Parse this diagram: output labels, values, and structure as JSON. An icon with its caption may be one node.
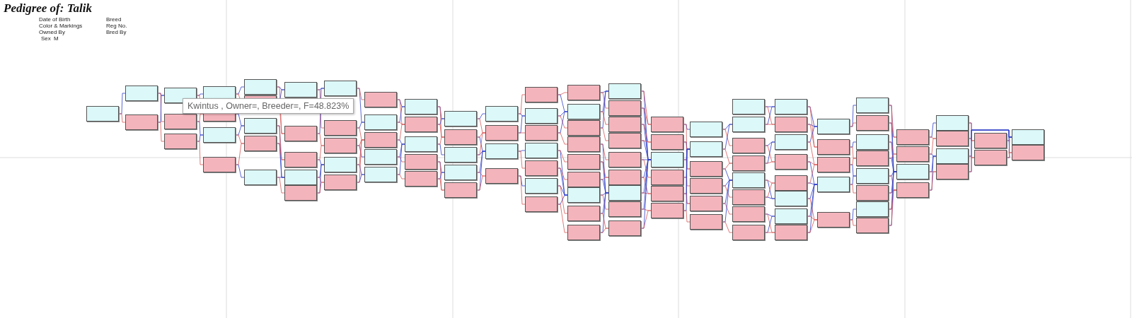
{
  "diagram": {
    "title": "Pedigree of: Talik",
    "nodes": [
      {
        "text": [],
        "shape": "box"
      },
      {
        "text": [],
        "shape": "box"
      },
      {
        "text": [],
        "shape": "box"
      },
      {
        "text": [],
        "shape": "box"
      },
      {
        "text": [],
        "shape": "box"
      },
      {
        "text": [],
        "shape": "box"
      },
      {
        "text": [],
        "shape": "box"
      },
      {
        "text": [],
        "shape": "box"
      },
      {
        "text": [],
        "shape": "box"
      },
      {
        "text": [],
        "shape": "box"
      },
      {
        "text": [],
        "shape": "box"
      },
      {
        "text": [],
        "shape": "box"
      },
      {
        "text": [],
        "shape": "box"
      },
      {
        "text": [],
        "shape": "box"
      },
      {
        "text": [],
        "shape": "box"
      },
      {
        "text": [],
        "shape": "box"
      },
      {
        "text": [],
        "shape": "box"
      },
      {
        "text": [],
        "shape": "box"
      },
      {
        "text": [],
        "shape": "box"
      },
      {
        "text": [],
        "shape": "box"
      },
      {
        "text": [],
        "shape": "box"
      },
      {
        "text": [],
        "shape": "box"
      },
      {
        "text": [],
        "shape": "box"
      },
      {
        "text": [],
        "shape": "box"
      },
      {
        "text": [],
        "shape": "box"
      },
      {
        "text": [],
        "shape": "box"
      },
      {
        "text": [],
        "shape": "box"
      },
      {
        "text": [],
        "shape": "box"
      },
      {
        "text": [],
        "shape": "box"
      },
      {
        "text": [],
        "shape": "box"
      },
      {
        "text": [],
        "shape": "box"
      },
      {
        "text": [],
        "shape": "box"
      },
      {
        "text": [],
        "shape": "box"
      },
      {
        "text": [],
        "shape": "box"
      },
      {
        "text": [],
        "shape": "box"
      },
      {
        "text": [],
        "shape": "box"
      },
      {
        "text": [],
        "shape": "box"
      },
      {
        "text": [],
        "shape": "box"
      },
      {
        "text": [],
        "shape": "box"
      },
      {
        "text": [],
        "shape": "box"
      },
      {
        "text": [],
        "shape": "box"
      },
      {
        "text": [],
        "shape": "box"
      },
      {
        "text": [],
        "shape": "box"
      },
      {
        "text": [],
        "shape": "box"
      },
      {
        "text": [],
        "shape": "box"
      },
      {
        "text": [],
        "shape": "box"
      },
      {
        "text": [],
        "shape": "box"
      },
      {
        "text": [],
        "shape": "box"
      },
      {
        "text": [],
        "shape": "box"
      },
      {
        "text": [],
        "shape": "box"
      },
      {
        "text": [],
        "shape": "box"
      },
      {
        "text": [],
        "shape": "box"
      },
      {
        "text": [],
        "shape": "box"
      },
      {
        "text": [],
        "shape": "box"
      },
      {
        "text": [],
        "shape": "box"
      },
      {
        "text": [],
        "shape": "box"
      },
      {
        "text": [],
        "shape": "box"
      },
      {
        "text": [],
        "shape": "box"
      },
      {
        "text": [],
        "shape": "box"
      },
      {
        "text": [],
        "shape": "box"
      },
      {
        "text": [],
        "shape": "box"
      },
      {
        "text": [],
        "shape": "box"
      },
      {
        "text": [],
        "shape": "box"
      },
      {
        "text": [],
        "shape": "box"
      },
      {
        "text": [],
        "shape": "box"
      },
      {
        "text": [],
        "shape": "box"
      },
      {
        "text": [],
        "shape": "box"
      },
      {
        "text": [],
        "shape": "box"
      },
      {
        "text": [],
        "shape": "box"
      },
      {
        "text": [],
        "shape": "box"
      },
      {
        "text": [],
        "shape": "box"
      },
      {
        "text": [],
        "shape": "box"
      },
      {
        "text": [],
        "shape": "box"
      },
      {
        "text": [],
        "shape": "box"
      },
      {
        "text": [],
        "shape": "box"
      },
      {
        "text": [],
        "shape": "box"
      },
      {
        "text": [],
        "shape": "box"
      },
      {
        "text": [],
        "shape": "box"
      },
      {
        "text": [],
        "shape": "box"
      },
      {
        "text": [],
        "shape": "box"
      },
      {
        "text": [],
        "shape": "box"
      },
      {
        "text": [],
        "shape": "box"
      },
      {
        "text": [],
        "shape": "box"
      },
      {
        "text": [],
        "shape": "box"
      },
      {
        "text": [],
        "shape": "box"
      },
      {
        "text": [],
        "shape": "box"
      },
      {
        "text": [],
        "shape": "box"
      },
      {
        "text": [],
        "shape": "box"
      },
      {
        "text": [],
        "shape": "box"
      },
      {
        "text": [],
        "shape": "box"
      },
      {
        "text": [],
        "shape": "box"
      },
      {
        "text": [],
        "shape": "box"
      },
      {
        "text": [],
        "shape": "box"
      },
      {
        "text": [],
        "shape": "box"
      },
      {
        "text": [],
        "shape": "box"
      },
      {
        "text": [],
        "shape": "box"
      },
      {
        "text": [],
        "shape": "box"
      },
      {
        "text": [],
        "shape": "box"
      },
      {
        "text": [],
        "shape": "box"
      },
      {
        "text": [],
        "shape": "box"
      },
      {
        "text": [],
        "shape": "box"
      },
      {
        "text": [],
        "shape": "box"
      },
      {
        "text": [],
        "shape": "box"
      },
      {
        "text": [],
        "shape": "box"
      },
      {
        "text": [],
        "shape": "box"
      },
      {
        "text": [],
        "shape": "box"
      },
      {
        "text": [],
        "shape": "box"
      },
      {
        "text": [],
        "shape": "box"
      },
      {
        "text": [],
        "shape": "box"
      },
      {
        "text": [],
        "shape": "box"
      },
      {
        "text": [],
        "shape": "box"
      },
      {
        "text": [],
        "shape": "box"
      },
      {
        "text": [],
        "shape": "box"
      },
      {
        "text": [],
        "shape": "box"
      },
      {
        "text": [],
        "shape": "box"
      },
      {
        "text": [],
        "shape": "box"
      },
      {
        "text": [],
        "shape": "box"
      },
      {
        "text": [],
        "shape": "box"
      },
      {
        "text": [],
        "shape": "box"
      },
      {
        "text": [],
        "shape": "box"
      },
      {
        "text": [],
        "shape": "box"
      },
      {
        "text": [],
        "shape": "box"
      }
    ],
    "edges": [
      {
        "from": 0,
        "to": 1,
        "arrow": "none",
        "color": "#3040c8"
      },
      {
        "from": 0,
        "to": 2,
        "arrow": "none",
        "color": "#d85858"
      },
      {
        "from": 1,
        "to": 3,
        "arrow": "none",
        "color": "#3040c8"
      },
      {
        "from": 1,
        "to": 4,
        "arrow": "none",
        "color": "#d85858"
      },
      {
        "from": 2,
        "to": 3,
        "arrow": "none",
        "color": "#3040c8"
      },
      {
        "from": 2,
        "to": 5,
        "arrow": "none",
        "color": "#d85858"
      },
      {
        "from": 3,
        "to": 6,
        "arrow": "none",
        "color": "#3040c8"
      },
      {
        "from": 3,
        "to": 7,
        "arrow": "none",
        "color": "#d85858"
      },
      {
        "from": 4,
        "to": 8,
        "arrow": "none",
        "color": "#3040c8"
      },
      {
        "from": 4,
        "to": 7,
        "arrow": "none",
        "color": "#d85858"
      },
      {
        "from": 5,
        "to": 8,
        "arrow": "none",
        "color": "#3040c8"
      },
      {
        "from": 5,
        "to": 9,
        "arrow": "none",
        "color": "#d85858"
      },
      {
        "from": 6,
        "to": 10,
        "arrow": "none",
        "color": "#3040c8"
      },
      {
        "from": 6,
        "to": 11,
        "arrow": "none",
        "color": "#d85858"
      },
      {
        "from": 7,
        "to": 12,
        "arrow": "none",
        "color": "#3040c8"
      },
      {
        "from": 7,
        "to": 11,
        "arrow": "none",
        "color": "#d85858"
      },
      {
        "from": 8,
        "to": 12,
        "arrow": "none",
        "color": "#3040c8"
      },
      {
        "from": 8,
        "to": 13,
        "arrow": "none",
        "color": "#d85858"
      },
      {
        "from": 9,
        "to": 14,
        "arrow": "none",
        "color": "#3040c8"
      },
      {
        "from": 9,
        "to": 13,
        "arrow": "none",
        "color": "#d85858"
      },
      {
        "from": 10,
        "to": 15,
        "arrow": "none",
        "color": "#3040c8"
      },
      {
        "from": 10,
        "to": 16,
        "arrow": "none",
        "color": "#d85858"
      },
      {
        "from": 11,
        "to": 15,
        "arrow": "none",
        "color": "#3040c8"
      },
      {
        "from": 11,
        "to": 16,
        "arrow": "none",
        "color": "#d85858"
      },
      {
        "from": 12,
        "to": 18,
        "arrow": "none",
        "color": "#3040c8"
      },
      {
        "from": 12,
        "to": 17,
        "arrow": "none",
        "color": "#d85858"
      },
      {
        "from": 13,
        "to": 18,
        "arrow": "none",
        "color": "#3040c8"
      },
      {
        "from": 13,
        "to": 17,
        "arrow": "none",
        "color": "#d85858"
      },
      {
        "from": 14,
        "to": 18,
        "arrow": "none",
        "color": "#3040c8"
      },
      {
        "from": 14,
        "to": 19,
        "arrow": "none",
        "color": "#d85858"
      },
      {
        "from": 15,
        "to": 20,
        "arrow": "none",
        "color": "#3040c8"
      },
      {
        "from": 15,
        "to": 21,
        "arrow": "none",
        "color": "#d85858"
      },
      {
        "from": 16,
        "to": 20,
        "arrow": "none",
        "color": "#3040c8"
      },
      {
        "from": 16,
        "to": 22,
        "arrow": "none",
        "color": "#d85858"
      },
      {
        "from": 17,
        "to": 23,
        "arrow": "none",
        "color": "#3040c8"
      },
      {
        "from": 17,
        "to": 22,
        "arrow": "none",
        "color": "#d85858"
      },
      {
        "from": 18,
        "to": 23,
        "arrow": "none",
        "color": "#3040c8"
      },
      {
        "from": 18,
        "to": 24,
        "arrow": "none",
        "color": "#d85858"
      },
      {
        "from": 19,
        "to": 23,
        "arrow": "none",
        "color": "#3040c8"
      },
      {
        "from": 19,
        "to": 24,
        "arrow": "none",
        "color": "#d85858"
      },
      {
        "from": 20,
        "to": 26,
        "arrow": "none",
        "color": "#3040c8"
      },
      {
        "from": 20,
        "to": 25,
        "arrow": "none",
        "color": "#d85858"
      },
      {
        "from": 21,
        "to": 26,
        "arrow": "none",
        "color": "#3040c8"
      },
      {
        "from": 21,
        "to": 27,
        "arrow": "none",
        "color": "#d85858"
      },
      {
        "from": 22,
        "to": 28,
        "arrow": "none",
        "color": "#3040c8"
      },
      {
        "from": 22,
        "to": 27,
        "arrow": "none",
        "color": "#d85858"
      },
      {
        "from": 23,
        "to": 29,
        "arrow": "none",
        "color": "#3040c8"
      },
      {
        "from": 23,
        "to": 27,
        "arrow": "none",
        "color": "#d85858"
      },
      {
        "from": 24,
        "to": 29,
        "arrow": "none",
        "color": "#3040c8"
      },
      {
        "from": 24,
        "to": 27,
        "arrow": "none",
        "color": "#d85858"
      },
      {
        "from": 25,
        "to": 30,
        "arrow": "none",
        "color": "#3040c8"
      },
      {
        "from": 25,
        "to": 31,
        "arrow": "none",
        "color": "#d85858"
      },
      {
        "from": 26,
        "to": 30,
        "arrow": "none",
        "color": "#3040c8"
      },
      {
        "from": 26,
        "to": 31,
        "arrow": "none",
        "color": "#d85858"
      },
      {
        "from": 27,
        "to": 32,
        "arrow": "none",
        "color": "#3040c8"
      },
      {
        "from": 27,
        "to": 31,
        "arrow": "none",
        "color": "#d85858"
      },
      {
        "from": 28,
        "to": 32,
        "arrow": "none",
        "color": "#3040c8"
      },
      {
        "from": 28,
        "to": 33,
        "arrow": "none",
        "color": "#d85858"
      },
      {
        "from": 29,
        "to": 32,
        "arrow": "none",
        "color": "#3040c8"
      },
      {
        "from": 29,
        "to": 34,
        "arrow": "none",
        "color": "#d85858"
      },
      {
        "from": 30,
        "to": 35,
        "arrow": "none",
        "color": "#3040c8"
      },
      {
        "from": 30,
        "to": 36,
        "arrow": "none",
        "color": "#d85858"
      },
      {
        "from": 31,
        "to": 35,
        "arrow": "none",
        "color": "#3040c8"
      },
      {
        "from": 31,
        "to": 36,
        "arrow": "none",
        "color": "#d85858"
      },
      {
        "from": 32,
        "to": 37,
        "arrow": "none",
        "color": "#3040c8"
      },
      {
        "from": 32,
        "to": 36,
        "arrow": "none",
        "color": "#d85858"
      },
      {
        "from": 33,
        "to": 38,
        "arrow": "none",
        "color": "#3040c8"
      },
      {
        "from": 33,
        "to": 39,
        "arrow": "none",
        "color": "#d85858"
      },
      {
        "from": 34,
        "to": 38,
        "arrow": "none",
        "color": "#3040c8"
      },
      {
        "from": 34,
        "to": 39,
        "arrow": "none",
        "color": "#d85858"
      },
      {
        "from": 35,
        "to": 40,
        "arrow": "none",
        "color": "#3040c8"
      },
      {
        "from": 35,
        "to": 41,
        "arrow": "none",
        "color": "#d85858"
      },
      {
        "from": 36,
        "to": 42,
        "arrow": "none",
        "color": "#3040c8"
      },
      {
        "from": 36,
        "to": 41,
        "arrow": "none",
        "color": "#d85858"
      },
      {
        "from": 37,
        "to": 42,
        "arrow": "none",
        "color": "#3040c8"
      },
      {
        "from": 37,
        "to": 41,
        "arrow": "none",
        "color": "#d85858"
      },
      {
        "from": 38,
        "to": 42,
        "arrow": "none",
        "color": "#3040c8"
      },
      {
        "from": 38,
        "to": 43,
        "arrow": "none",
        "color": "#d85858"
      },
      {
        "from": 39,
        "to": 42,
        "arrow": "none",
        "color": "#3040c8"
      },
      {
        "from": 39,
        "to": 43,
        "arrow": "none",
        "color": "#d85858"
      },
      {
        "from": 40,
        "to": 45,
        "arrow": "none",
        "color": "#3040c8"
      },
      {
        "from": 40,
        "to": 44,
        "arrow": "none",
        "color": "#d85858"
      },
      {
        "from": 41,
        "to": 45,
        "arrow": "none",
        "color": "#3040c8"
      },
      {
        "from": 41,
        "to": 46,
        "arrow": "none",
        "color": "#d85858"
      },
      {
        "from": 42,
        "to": 47,
        "arrow": "none",
        "color": "#3040c8"
      },
      {
        "from": 42,
        "to": 48,
        "arrow": "none",
        "color": "#d85858"
      },
      {
        "from": 43,
        "to": 49,
        "arrow": "none",
        "color": "#3040c8"
      },
      {
        "from": 43,
        "to": 50,
        "arrow": "none",
        "color": "#d85858"
      },
      {
        "from": 44,
        "to": 52,
        "arrow": "none",
        "color": "#3040c8"
      },
      {
        "from": 44,
        "to": 51,
        "arrow": "none",
        "color": "#d85858"
      },
      {
        "from": 45,
        "to": 52,
        "arrow": "none",
        "color": "#3040c8"
      },
      {
        "from": 45,
        "to": 53,
        "arrow": "none",
        "color": "#d85858"
      },
      {
        "from": 46,
        "to": 52,
        "arrow": "none",
        "color": "#3040c8"
      },
      {
        "from": 46,
        "to": 54,
        "arrow": "none",
        "color": "#d85858"
      },
      {
        "from": 47,
        "to": 57,
        "arrow": "none",
        "color": "#3040c8"
      },
      {
        "from": 47,
        "to": 55,
        "arrow": "none",
        "color": "#d85858"
      },
      {
        "from": 48,
        "to": 57,
        "arrow": "none",
        "color": "#3040c8"
      },
      {
        "from": 48,
        "to": 56,
        "arrow": "none",
        "color": "#d85858"
      },
      {
        "from": 49,
        "to": 57,
        "arrow": "none",
        "color": "#3040c8"
      },
      {
        "from": 49,
        "to": 58,
        "arrow": "none",
        "color": "#d85858"
      },
      {
        "from": 50,
        "to": 57,
        "arrow": "none",
        "color": "#3040c8"
      },
      {
        "from": 50,
        "to": 59,
        "arrow": "none",
        "color": "#d85858"
      },
      {
        "from": 51,
        "to": 60,
        "arrow": "none",
        "color": "#3040c8"
      },
      {
        "from": 51,
        "to": 61,
        "arrow": "none",
        "color": "#d85858"
      },
      {
        "from": 52,
        "to": 60,
        "arrow": "none",
        "color": "#3040c8"
      },
      {
        "from": 52,
        "to": 62,
        "arrow": "none",
        "color": "#d85858"
      },
      {
        "from": 53,
        "to": 60,
        "arrow": "none",
        "color": "#3040c8"
      },
      {
        "from": 53,
        "to": 63,
        "arrow": "none",
        "color": "#d85858"
      },
      {
        "from": 54,
        "to": 66,
        "arrow": "none",
        "color": "#3040c8"
      },
      {
        "from": 54,
        "to": 64,
        "arrow": "none",
        "color": "#d85858"
      },
      {
        "from": 55,
        "to": 66,
        "arrow": "none",
        "color": "#3040c8"
      },
      {
        "from": 55,
        "to": 65,
        "arrow": "none",
        "color": "#d85858"
      },
      {
        "from": 56,
        "to": 66,
        "arrow": "none",
        "color": "#3040c8"
      },
      {
        "from": 56,
        "to": 65,
        "arrow": "none",
        "color": "#d85858"
      },
      {
        "from": 57,
        "to": 66,
        "arrow": "none",
        "color": "#3040c8"
      },
      {
        "from": 57,
        "to": 67,
        "arrow": "none",
        "color": "#d85858"
      },
      {
        "from": 58,
        "to": 66,
        "arrow": "none",
        "color": "#3040c8"
      },
      {
        "from": 58,
        "to": 68,
        "arrow": "none",
        "color": "#d85858"
      },
      {
        "from": 59,
        "to": 66,
        "arrow": "none",
        "color": "#3040c8"
      },
      {
        "from": 59,
        "to": 68,
        "arrow": "none",
        "color": "#d85858"
      },
      {
        "from": 60,
        "to": 71,
        "arrow": "none",
        "color": "#3040c8"
      },
      {
        "from": 60,
        "to": 69,
        "arrow": "none",
        "color": "#d85858"
      },
      {
        "from": 61,
        "to": 71,
        "arrow": "none",
        "color": "#3040c8"
      },
      {
        "from": 61,
        "to": 69,
        "arrow": "none",
        "color": "#d85858"
      },
      {
        "from": 62,
        "to": 71,
        "arrow": "none",
        "color": "#3040c8"
      },
      {
        "from": 62,
        "to": 70,
        "arrow": "none",
        "color": "#d85858"
      },
      {
        "from": 63,
        "to": 71,
        "arrow": "none",
        "color": "#3040c8"
      },
      {
        "from": 63,
        "to": 70,
        "arrow": "none",
        "color": "#d85858"
      },
      {
        "from": 64,
        "to": 71,
        "arrow": "none",
        "color": "#3040c8"
      },
      {
        "from": 64,
        "to": 72,
        "arrow": "none",
        "color": "#d85858"
      },
      {
        "from": 65,
        "to": 71,
        "arrow": "none",
        "color": "#3040c8"
      },
      {
        "from": 65,
        "to": 73,
        "arrow": "none",
        "color": "#d85858"
      },
      {
        "from": 66,
        "to": 71,
        "arrow": "none",
        "color": "#3040c8"
      },
      {
        "from": 66,
        "to": 73,
        "arrow": "none",
        "color": "#d85858"
      },
      {
        "from": 67,
        "to": 71,
        "arrow": "none",
        "color": "#3040c8"
      },
      {
        "from": 67,
        "to": 74,
        "arrow": "none",
        "color": "#d85858"
      },
      {
        "from": 68,
        "to": 71,
        "arrow": "none",
        "color": "#3040c8"
      },
      {
        "from": 68,
        "to": 74,
        "arrow": "none",
        "color": "#d85858"
      },
      {
        "from": 69,
        "to": 75,
        "arrow": "none",
        "color": "#3040c8"
      },
      {
        "from": 69,
        "to": 77,
        "arrow": "none",
        "color": "#d85858"
      },
      {
        "from": 70,
        "to": 76,
        "arrow": "none",
        "color": "#3040c8"
      },
      {
        "from": 70,
        "to": 77,
        "arrow": "none",
        "color": "#d85858"
      },
      {
        "from": 71,
        "to": 76,
        "arrow": "none",
        "color": "#3040c8"
      },
      {
        "from": 71,
        "to": 78,
        "arrow": "none",
        "color": "#d85858"
      },
      {
        "from": 72,
        "to": 76,
        "arrow": "none",
        "color": "#3040c8"
      },
      {
        "from": 72,
        "to": 79,
        "arrow": "none",
        "color": "#d85858"
      },
      {
        "from": 73,
        "to": 76,
        "arrow": "none",
        "color": "#3040c8"
      },
      {
        "from": 73,
        "to": 79,
        "arrow": "none",
        "color": "#d85858"
      },
      {
        "from": 74,
        "to": 76,
        "arrow": "none",
        "color": "#3040c8"
      },
      {
        "from": 74,
        "to": 80,
        "arrow": "none",
        "color": "#d85858"
      },
      {
        "from": 75,
        "to": 82,
        "arrow": "none",
        "color": "#3040c8"
      },
      {
        "from": 75,
        "to": 83,
        "arrow": "none",
        "color": "#d85858"
      },
      {
        "from": 76,
        "to": 82,
        "arrow": "none",
        "color": "#3040c8"
      },
      {
        "from": 76,
        "to": 84,
        "arrow": "none",
        "color": "#d85858"
      },
      {
        "from": 77,
        "to": 85,
        "arrow": "none",
        "color": "#3040c8"
      },
      {
        "from": 77,
        "to": 84,
        "arrow": "none",
        "color": "#d85858"
      },
      {
        "from": 78,
        "to": 85,
        "arrow": "none",
        "color": "#3040c8"
      },
      {
        "from": 78,
        "to": 86,
        "arrow": "none",
        "color": "#d85858"
      },
      {
        "from": 79,
        "to": 85,
        "arrow": "none",
        "color": "#3040c8"
      },
      {
        "from": 79,
        "to": 87,
        "arrow": "none",
        "color": "#d85858"
      },
      {
        "from": 80,
        "to": 85,
        "arrow": "none",
        "color": "#3040c8"
      },
      {
        "from": 80,
        "to": 88,
        "arrow": "none",
        "color": "#d85858"
      },
      {
        "from": 81,
        "to": 89,
        "arrow": "none",
        "color": "#3040c8"
      },
      {
        "from": 81,
        "to": 90,
        "arrow": "none",
        "color": "#d85858"
      },
      {
        "from": 82,
        "to": 89,
        "arrow": "none",
        "color": "#3040c8"
      },
      {
        "from": 82,
        "to": 90,
        "arrow": "none",
        "color": "#d85858"
      },
      {
        "from": 83,
        "to": 91,
        "arrow": "none",
        "color": "#3040c8"
      },
      {
        "from": 83,
        "to": 92,
        "arrow": "none",
        "color": "#d85858"
      },
      {
        "from": 84,
        "to": 91,
        "arrow": "none",
        "color": "#3040c8"
      },
      {
        "from": 84,
        "to": 92,
        "arrow": "none",
        "color": "#d85858"
      },
      {
        "from": 85,
        "to": 94,
        "arrow": "none",
        "color": "#3040c8"
      },
      {
        "from": 85,
        "to": 93,
        "arrow": "none",
        "color": "#d85858"
      },
      {
        "from": 86,
        "to": 94,
        "arrow": "none",
        "color": "#3040c8"
      },
      {
        "from": 86,
        "to": 93,
        "arrow": "none",
        "color": "#d85858"
      },
      {
        "from": 87,
        "to": 95,
        "arrow": "none",
        "color": "#3040c8"
      },
      {
        "from": 87,
        "to": 96,
        "arrow": "none",
        "color": "#d85858"
      },
      {
        "from": 88,
        "to": 95,
        "arrow": "none",
        "color": "#3040c8"
      },
      {
        "from": 88,
        "to": 96,
        "arrow": "none",
        "color": "#d85858"
      },
      {
        "from": 89,
        "to": 97,
        "arrow": "none",
        "color": "#3040c8"
      },
      {
        "from": 89,
        "to": 98,
        "arrow": "none",
        "color": "#d85858"
      },
      {
        "from": 90,
        "to": 97,
        "arrow": "none",
        "color": "#3040c8"
      },
      {
        "from": 90,
        "to": 98,
        "arrow": "none",
        "color": "#d85858"
      },
      {
        "from": 91,
        "to": 97,
        "arrow": "none",
        "color": "#3040c8"
      },
      {
        "from": 91,
        "to": 99,
        "arrow": "none",
        "color": "#d85858"
      },
      {
        "from": 92,
        "to": 100,
        "arrow": "none",
        "color": "#3040c8"
      },
      {
        "from": 92,
        "to": 99,
        "arrow": "none",
        "color": "#d85858"
      },
      {
        "from": 93,
        "to": 100,
        "arrow": "none",
        "color": "#3040c8"
      },
      {
        "from": 93,
        "to": 99,
        "arrow": "none",
        "color": "#d85858"
      },
      {
        "from": 94,
        "to": 100,
        "arrow": "none",
        "color": "#3040c8"
      },
      {
        "from": 94,
        "to": 101,
        "arrow": "none",
        "color": "#d85858"
      },
      {
        "from": 95,
        "to": 100,
        "arrow": "none",
        "color": "#3040c8"
      },
      {
        "from": 95,
        "to": 101,
        "arrow": "none",
        "color": "#d85858"
      },
      {
        "from": 96,
        "to": 100,
        "arrow": "none",
        "color": "#3040c8"
      },
      {
        "from": 96,
        "to": 101,
        "arrow": "none",
        "color": "#d85858"
      },
      {
        "from": 97,
        "to": 102,
        "arrow": "none",
        "color": "#3040c8"
      },
      {
        "from": 97,
        "to": 103,
        "arrow": "none",
        "color": "#d85858"
      },
      {
        "from": 98,
        "to": 104,
        "arrow": "none",
        "color": "#3040c8"
      },
      {
        "from": 98,
        "to": 105,
        "arrow": "none",
        "color": "#d85858"
      },
      {
        "from": 99,
        "to": 106,
        "arrow": "none",
        "color": "#3040c8"
      },
      {
        "from": 99,
        "to": 105,
        "arrow": "none",
        "color": "#d85858"
      },
      {
        "from": 100,
        "to": 106,
        "arrow": "none",
        "color": "#3040c8"
      },
      {
        "from": 100,
        "to": 107,
        "arrow": "none",
        "color": "#d85858"
      },
      {
        "from": 101,
        "to": 108,
        "arrow": "none",
        "color": "#3040c8"
      },
      {
        "from": 101,
        "to": 109,
        "arrow": "none",
        "color": "#d85858"
      },
      {
        "from": 102,
        "to": 112,
        "arrow": "none",
        "color": "#3040c8"
      },
      {
        "from": 102,
        "to": 110,
        "arrow": "none",
        "color": "#d85858"
      },
      {
        "from": 103,
        "to": 112,
        "arrow": "none",
        "color": "#3040c8"
      },
      {
        "from": 103,
        "to": 110,
        "arrow": "none",
        "color": "#d85858"
      },
      {
        "from": 104,
        "to": 112,
        "arrow": "none",
        "color": "#3040c8"
      },
      {
        "from": 104,
        "to": 111,
        "arrow": "none",
        "color": "#d85858"
      },
      {
        "from": 105,
        "to": 112,
        "arrow": "none",
        "color": "#3040c8"
      },
      {
        "from": 105,
        "to": 111,
        "arrow": "none",
        "color": "#d85858"
      },
      {
        "from": 106,
        "to": 112,
        "arrow": "none",
        "color": "#3040c8"
      },
      {
        "from": 106,
        "to": 113,
        "arrow": "none",
        "color": "#d85858"
      },
      {
        "from": 107,
        "to": 112,
        "arrow": "none",
        "color": "#3040c8"
      },
      {
        "from": 107,
        "to": 113,
        "arrow": "none",
        "color": "#d85858"
      },
      {
        "from": 108,
        "to": 112,
        "arrow": "none",
        "color": "#3040c8"
      },
      {
        "from": 108,
        "to": 113,
        "arrow": "none",
        "color": "#d85858"
      },
      {
        "from": 109,
        "to": 112,
        "arrow": "none",
        "color": "#3040c8"
      },
      {
        "from": 109,
        "to": 113,
        "arrow": "none",
        "color": "#d85858"
      },
      {
        "from": 110,
        "to": 114,
        "arrow": "none",
        "color": "#3040c8"
      },
      {
        "from": 110,
        "to": 115,
        "arrow": "none",
        "color": "#d85858"
      },
      {
        "from": 111,
        "to": 116,
        "arrow": "none",
        "color": "#3040c8"
      },
      {
        "from": 111,
        "to": 115,
        "arrow": "none",
        "color": "#d85858"
      },
      {
        "from": 112,
        "to": 116,
        "arrow": "none",
        "color": "#3040c8"
      },
      {
        "from": 112,
        "to": 117,
        "arrow": "none",
        "color": "#d85858"
      },
      {
        "from": 113,
        "to": 116,
        "arrow": "none",
        "color": "#3040c8"
      },
      {
        "from": 113,
        "to": 117,
        "arrow": "none",
        "color": "#d85858"
      },
      {
        "from": 114,
        "to": 120,
        "arrow": "none",
        "color": "#3040c8"
      },
      {
        "from": 114,
        "to": 118,
        "arrow": "none",
        "color": "#d85858"
      },
      {
        "from": 115,
        "to": 120,
        "arrow": "none",
        "color": "#3040c8"
      },
      {
        "from": 115,
        "to": 118,
        "arrow": "none",
        "color": "#d85858"
      },
      {
        "from": 116,
        "to": 120,
        "arrow": "none",
        "color": "#3040c8"
      },
      {
        "from": 116,
        "to": 119,
        "arrow": "none",
        "color": "#d85858"
      },
      {
        "from": 117,
        "to": 120,
        "arrow": "none",
        "color": "#3040c8"
      },
      {
        "from": 117,
        "to": 119,
        "arrow": "none",
        "color": "#d85858"
      },
      {
        "from": 118,
        "to": 120,
        "arrow": "none",
        "color": "#3040c8"
      },
      {
        "from": 118,
        "to": 121,
        "arrow": "none",
        "color": "#d85858"
      },
      {
        "from": 119,
        "to": 120,
        "arrow": "none",
        "color": "#3040c8"
      },
      {
        "from": 119,
        "to": 121,
        "arrow": "none",
        "color": "#d85858"
      }
    ],
    "labels": [
      "Date of Birth",
      "Breed",
      "Color & Markings",
      "Reg No.",
      "Owned By",
      "Bred By",
      "Sex",
      "M",
      "Kwintus , Owner=, Breeder=, F=48.823%"
    ]
  }
}
